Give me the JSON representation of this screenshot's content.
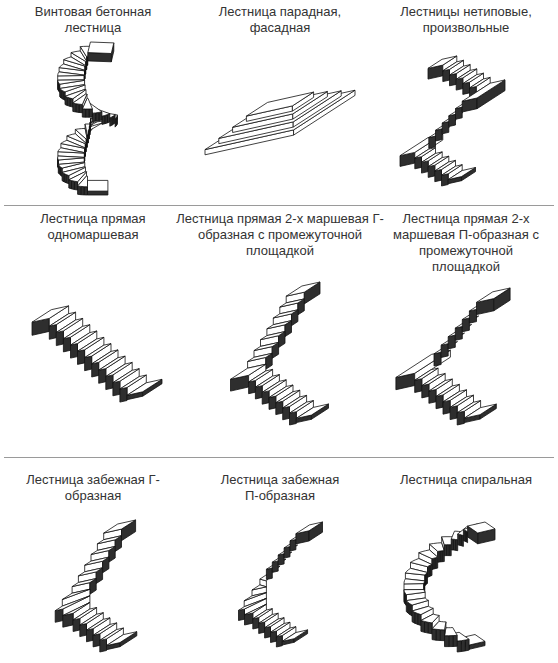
{
  "diagram": {
    "labels": [
      "Винтовая бетонная лестница",
      "Лестница парадная, фасадная",
      "Лестницы нетиповые, произвольные",
      "Лестница прямая одномаршевая",
      "Лестница прямая 2-х маршевая Г-образная с промежуточной площадкой",
      "Лестница прямая 2-х маршевая П-образная с промежуточной площадкой",
      "Лестница забежная Г-образная",
      "Лестница забежная П-образная",
      "Лестница спиральная"
    ]
  }
}
